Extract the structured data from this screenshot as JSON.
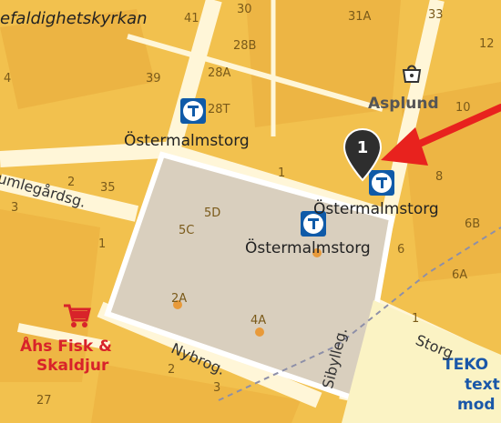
{
  "labels": {
    "church": "efaldighetskyrkan",
    "station1": "Östermalmstorg",
    "station2": "Östermalmstorg",
    "square": "Östermalmstorg",
    "asplund": "Asplund",
    "ahs_line1": "Åhs Fisk &",
    "ahs_line2": "Skaldjur",
    "teko_line1": "TEKO",
    "teko_line2": "text",
    "teko_line3": "mod"
  },
  "streets": {
    "humlegardsg": "umlegårdsg.",
    "nybrog": "Nybrog.",
    "sibylleg": "Sibylleg.",
    "storg": "Storg"
  },
  "numbers": {
    "n41": "41",
    "n30": "30",
    "n31a": "31A",
    "n33": "33",
    "n12": "12",
    "n28b": "28B",
    "n39": "39",
    "n28a": "28A",
    "n28t": "28T",
    "n10": "10",
    "n4": "4",
    "n2": "2",
    "n35": "35",
    "n3": "3",
    "n1a": "1",
    "n1b": "1",
    "n8": "8",
    "n5d": "5D",
    "n5c": "5C",
    "n6b": "6B",
    "n6": "6",
    "n6a": "6A",
    "n2a": "2A",
    "n4a": "4A",
    "n1c": "1",
    "n2b": "2",
    "n27": "27",
    "n3b": "3"
  },
  "marker": {
    "label": "1",
    "color": "#2e2e2e"
  },
  "colors": {
    "block": "#f2c14e",
    "block_dark": "#e8a93a",
    "street": "#fff6d8",
    "square": "#d9cfbe",
    "arrow": "#e8221e",
    "metro": "#0f5aa8",
    "ahs": "#d8232a"
  },
  "icons": {
    "metro": "metro-t-icon",
    "shop": "shopping-bag-icon",
    "cart": "shopping-cart-icon",
    "marker": "map-marker-icon"
  }
}
